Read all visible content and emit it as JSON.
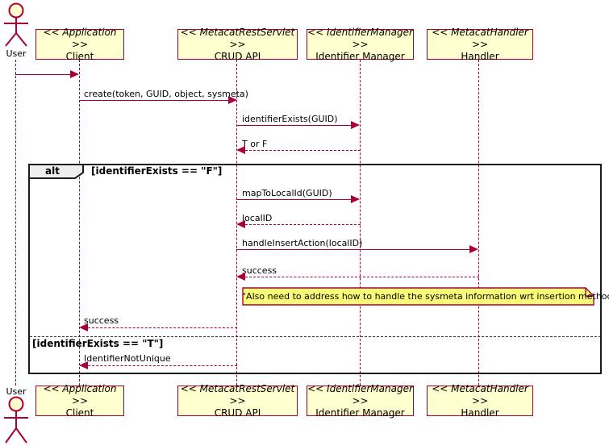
{
  "diagram_type": "uml-sequence",
  "actor": {
    "top_label": "User",
    "bottom_label": "User"
  },
  "participants": [
    {
      "stereotype": "<< Application >>",
      "name": "Client"
    },
    {
      "stereotype": "<< MetacatRestServlet >>",
      "name": "CRUD API"
    },
    {
      "stereotype": "<< IdentifierManager >>",
      "name": "Identifier Manager"
    },
    {
      "stereotype": "<< MetacatHandler >>",
      "name": "Handler"
    }
  ],
  "messages": [
    {
      "from": "User",
      "to": "Client",
      "type": "sync",
      "label": ""
    },
    {
      "from": "Client",
      "to": "CRUD API",
      "type": "sync",
      "label": "create(token, GUID, object, sysmeta)"
    },
    {
      "from": "CRUD API",
      "to": "Identifier Manager",
      "type": "sync",
      "label": "identifierExists(GUID)"
    },
    {
      "from": "Identifier Manager",
      "to": "CRUD API",
      "type": "return",
      "label": "T or F"
    },
    {
      "from": "CRUD API",
      "to": "Identifier Manager",
      "type": "sync",
      "label": "mapToLocalId(GUID)"
    },
    {
      "from": "Identifier Manager",
      "to": "CRUD API",
      "type": "return",
      "label": "localID"
    },
    {
      "from": "CRUD API",
      "to": "Handler",
      "type": "sync",
      "label": "handleInsertAction(localID)"
    },
    {
      "from": "Handler",
      "to": "CRUD API",
      "type": "return",
      "label": "success"
    },
    {
      "from": "CRUD API",
      "to": "Client",
      "type": "return",
      "label": "success"
    },
    {
      "from": "CRUD API",
      "to": "Client",
      "type": "return",
      "label": "IdentifierNotUnique"
    }
  ],
  "fragment": {
    "operator": "alt",
    "condition_first": "[identifierExists == \"F\"]",
    "condition_else": "[identifierExists == \"T\"]"
  },
  "note": {
    "text": "\"Also need to address how to handle the sysmeta information wrt insertion methods\""
  },
  "colors": {
    "accent": "#A80036",
    "participant_fill": "#FEFECE",
    "note_fill": "#FBFB77",
    "fragment_border": "#1B1B1B",
    "fragment_tab_fill": "#EEEEEE",
    "background": "#FFFFFF"
  }
}
